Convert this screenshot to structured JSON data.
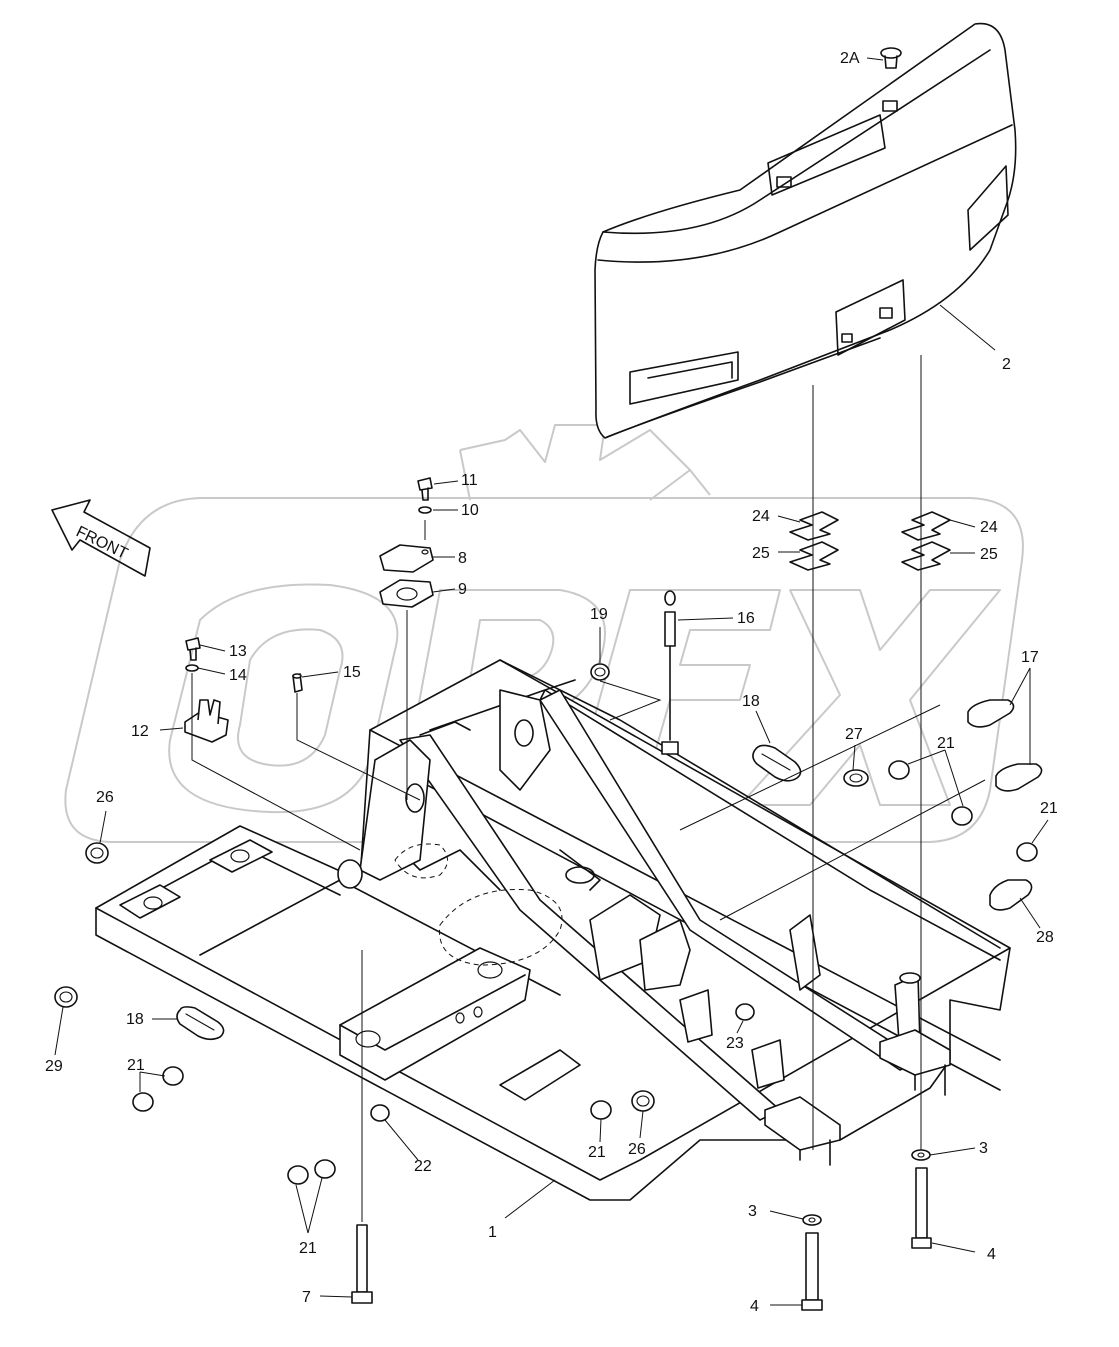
{
  "direction_label": "FRONT",
  "labels": {
    "2A": "2A",
    "2": "2",
    "11": "11",
    "10": "10",
    "8": "8",
    "9": "9",
    "24a": "24",
    "25a": "25",
    "24b": "24",
    "25b": "25",
    "16": "16",
    "19": "19",
    "17": "17",
    "13": "13",
    "14": "14",
    "15": "15",
    "12": "12",
    "18a": "18",
    "27": "27",
    "21a": "21",
    "21b": "21",
    "26a": "26",
    "28": "28",
    "18b": "18",
    "29": "29",
    "21c": "21",
    "23": "23",
    "21d": "21",
    "26b": "26",
    "22": "22",
    "21e": "21",
    "3a": "3",
    "3b": "3",
    "4a": "4",
    "4b": "4",
    "1": "1",
    "7": "7"
  }
}
